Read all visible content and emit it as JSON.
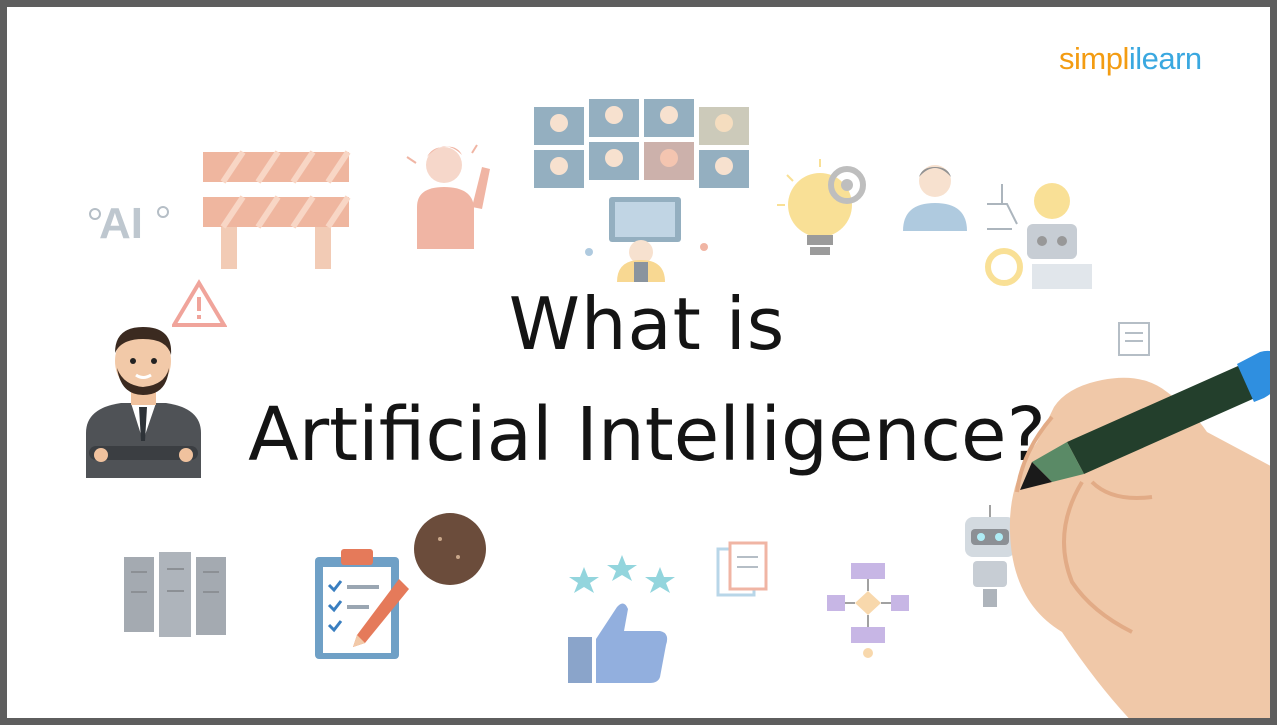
{
  "brand": {
    "part1": "simpl",
    "part2": "ilearn"
  },
  "title": {
    "line1": "What is",
    "line2": "Artificial Intelligence?"
  },
  "icons": {
    "ai_label": "AI"
  }
}
